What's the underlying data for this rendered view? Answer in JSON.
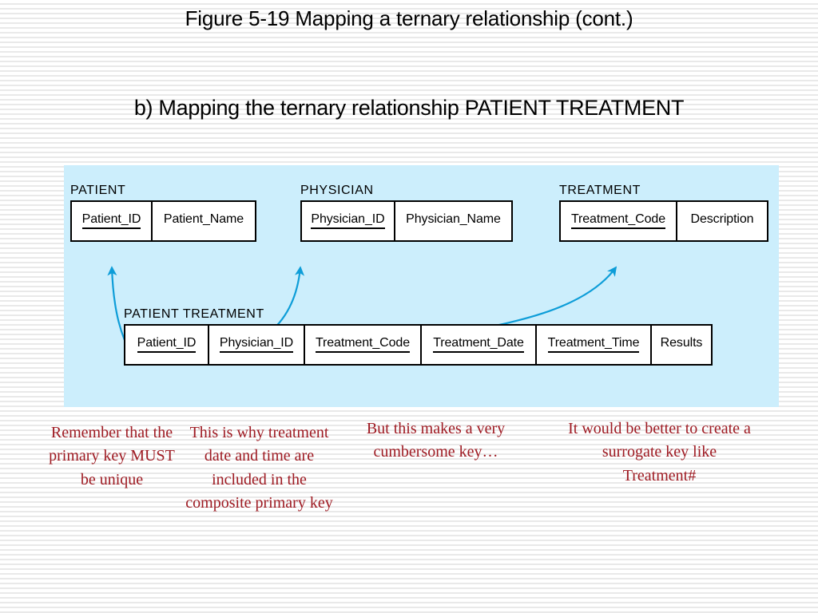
{
  "slide": {
    "title": "Figure 5-19 Mapping a ternary relationship (cont.)",
    "subtitle": "b) Mapping the ternary relationship PATIENT TREATMENT"
  },
  "colors": {
    "panel_background": "#cceefc",
    "arrow": "#0d9dd8",
    "note_text": "#9e1a22",
    "table_border": "#000000",
    "page_background": "#ffffff"
  },
  "diagram": {
    "relations": [
      {
        "name": "PATIENT",
        "attributes": [
          {
            "label": "Patient_ID",
            "primary_key": true
          },
          {
            "label": "Patient_Name",
            "primary_key": false
          }
        ]
      },
      {
        "name": "PHYSICIAN",
        "attributes": [
          {
            "label": "Physician_ID",
            "primary_key": true
          },
          {
            "label": "Physician_Name",
            "primary_key": false
          }
        ]
      },
      {
        "name": "TREATMENT",
        "attributes": [
          {
            "label": "Treatment_Code",
            "primary_key": true
          },
          {
            "label": "Description",
            "primary_key": false
          }
        ]
      },
      {
        "name": "PATIENT TREATMENT",
        "attributes": [
          {
            "label": "Patient_ID",
            "primary_key": true
          },
          {
            "label": "Physician_ID",
            "primary_key": true
          },
          {
            "label": "Treatment_Code",
            "primary_key": true
          },
          {
            "label": "Treatment_Date",
            "primary_key": true
          },
          {
            "label": "Treatment_Time",
            "primary_key": true
          },
          {
            "label": "Results",
            "primary_key": false
          }
        ]
      }
    ],
    "foreign_key_arrows": [
      {
        "from": "PATIENT TREATMENT.Patient_ID",
        "to": "PATIENT.Patient_ID"
      },
      {
        "from": "PATIENT TREATMENT.Physician_ID",
        "to": "PHYSICIAN.Physician_ID"
      },
      {
        "from": "PATIENT TREATMENT.Treatment_Code",
        "to": "TREATMENT.Treatment_Code"
      }
    ]
  },
  "notes": [
    "Remember that the primary key MUST be unique",
    "This is why treatment date and time are included in the composite primary key",
    "But this makes a very cumbersome key…",
    "It would be better to create a surrogate key like Treatment#"
  ]
}
